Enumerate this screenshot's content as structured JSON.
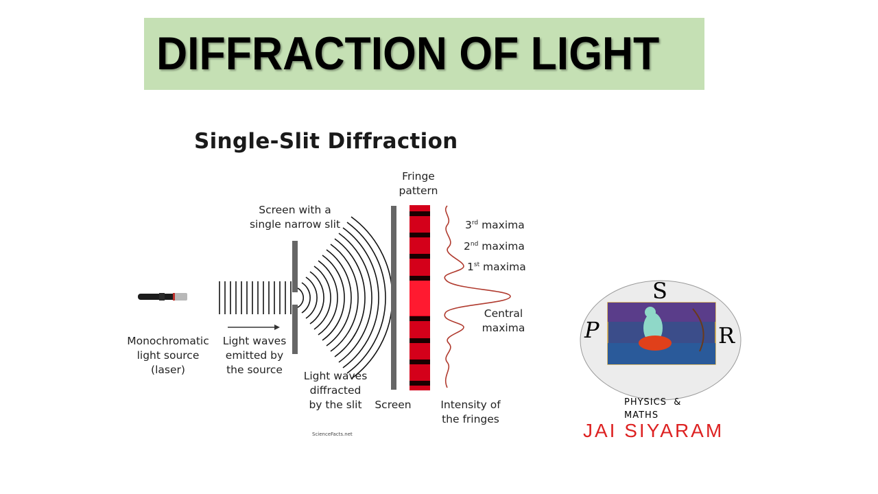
{
  "banner": {
    "title": "DIFFRACTION OF LIGHT",
    "background": "#c5e0b4"
  },
  "diagram": {
    "title": "Single-Slit Diffraction",
    "labels": {
      "source": [
        "Monochromatic",
        "light source",
        "(laser)"
      ],
      "emitted": [
        "Light waves",
        "emitted by",
        "the source"
      ],
      "slit_screen": [
        "Screen with a",
        "single narrow slit"
      ],
      "diffracted": [
        "Light waves",
        "diffracted",
        "by the slit"
      ],
      "fringe_pattern": [
        "Fringe",
        "pattern"
      ],
      "screen": "Screen",
      "intensity": [
        "Intensity of",
        "the fringes"
      ],
      "maxima_3": {
        "num": "3",
        "sup": "rd",
        "text": " maxima"
      },
      "maxima_2": {
        "num": "2",
        "sup": "nd",
        "text": " maxima"
      },
      "maxima_1": {
        "num": "1",
        "sup": "st",
        "text": " maxima"
      },
      "central": [
        "Central",
        "maxima"
      ]
    },
    "credit": "ScienceFacts.net",
    "colors": {
      "fringe_red": "#e8001c",
      "fringe_dark": "#1a0000",
      "intensity_curve": "#b03a2e",
      "screen_gray": "#666666"
    }
  },
  "logo": {
    "letters": {
      "top": "S",
      "left": "P",
      "right": "R"
    },
    "caption": [
      "PHYSICS  &",
      "MATHS"
    ],
    "tagline": "JAI SIYARAM",
    "tagline_color": "#dd2222"
  }
}
